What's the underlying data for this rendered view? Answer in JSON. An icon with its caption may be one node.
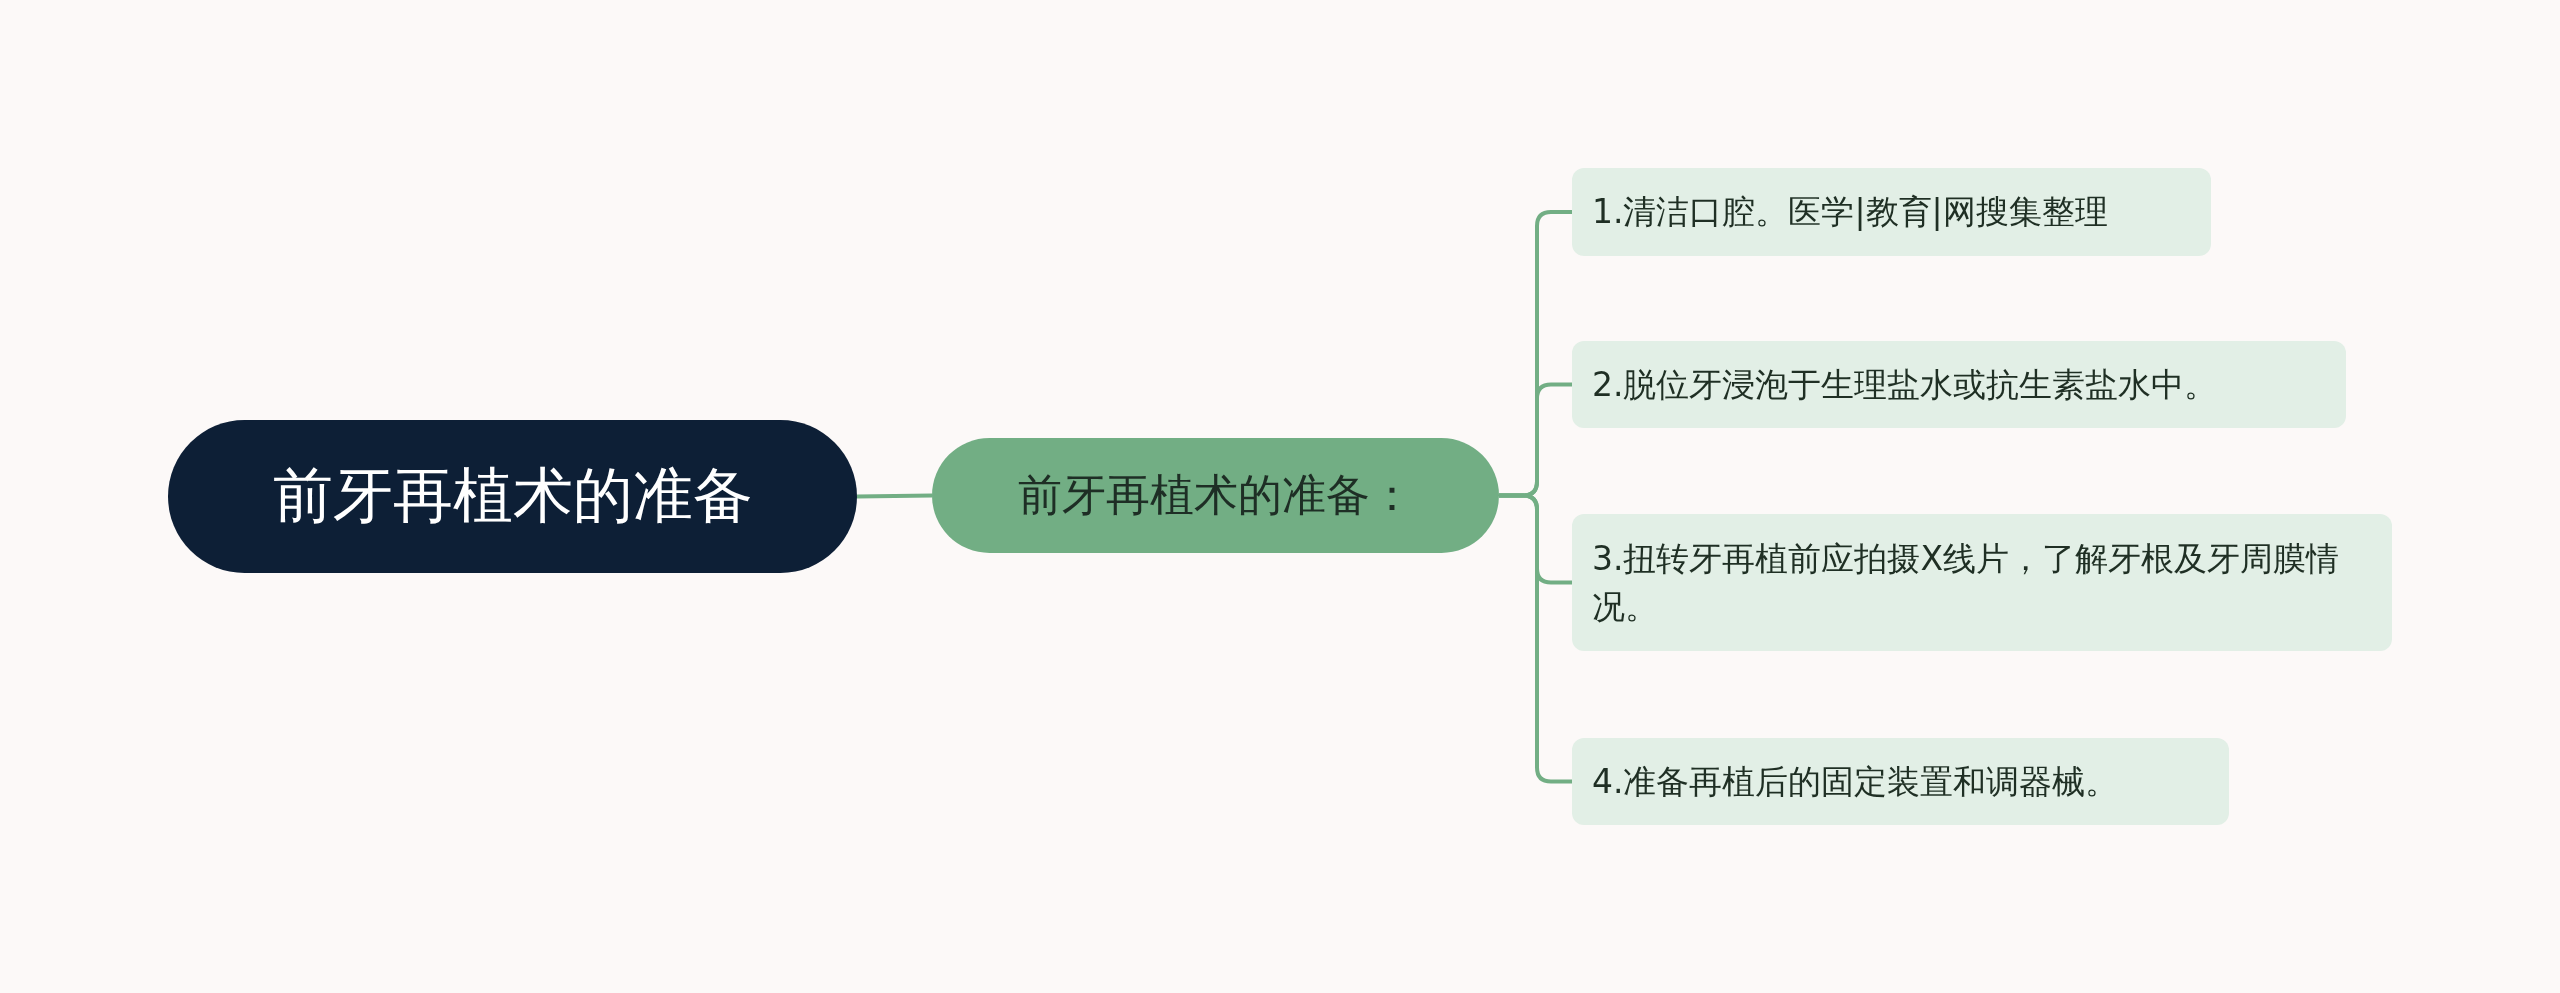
{
  "diagram": {
    "nodes": [
      {
        "text": [
          "前牙再植术的准备"
        ]
      },
      {
        "text": [
          "前牙再植术的准备："
        ]
      },
      {
        "text": [
          "1.清洁口腔。医学|教育|网搜集整理"
        ]
      },
      {
        "text": [
          "2.脱位牙浸泡于生理盐水或抗生素盐水中。"
        ]
      },
      {
        "text": [
          "3.扭转牙再植前应拍摄X线片，了解牙根及牙周膜情况。"
        ]
      },
      {
        "text": [
          "4.准备再植后的固定装置和调器械。"
        ]
      }
    ],
    "edges": [
      {
        "from": 0,
        "to": 1,
        "arrow": "none"
      },
      {
        "from": 1,
        "to": 2,
        "arrow": "none"
      },
      {
        "from": 1,
        "to": 3,
        "arrow": "none"
      },
      {
        "from": 1,
        "to": 4,
        "arrow": "none"
      },
      {
        "from": 1,
        "to": 5,
        "arrow": "none"
      }
    ]
  }
}
